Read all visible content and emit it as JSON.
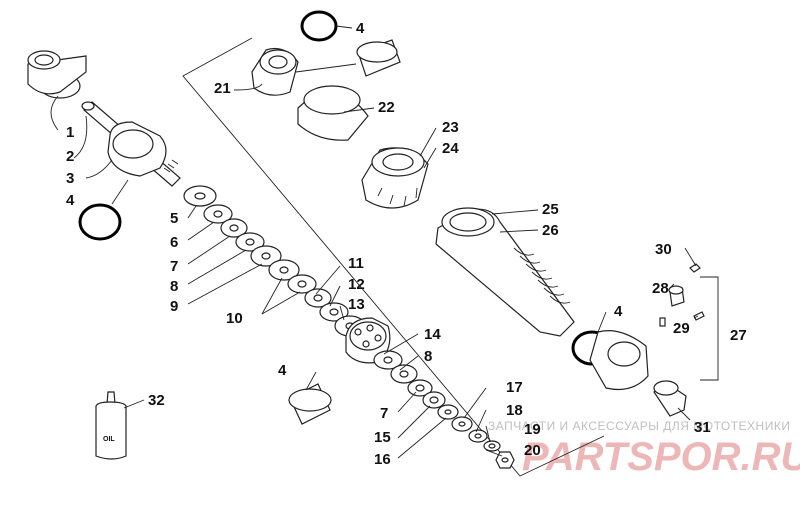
{
  "callouts": [
    {
      "id": "p1",
      "text": "1"
    },
    {
      "id": "p2",
      "text": "2"
    },
    {
      "id": "p3",
      "text": "3"
    },
    {
      "id": "p4a",
      "text": "4"
    },
    {
      "id": "p4b",
      "text": "4"
    },
    {
      "id": "p4c",
      "text": "4"
    },
    {
      "id": "p4d",
      "text": "4"
    },
    {
      "id": "p5",
      "text": "5"
    },
    {
      "id": "p6",
      "text": "6"
    },
    {
      "id": "p7a",
      "text": "7"
    },
    {
      "id": "p7b",
      "text": "7"
    },
    {
      "id": "p8a",
      "text": "8"
    },
    {
      "id": "p8b",
      "text": "8"
    },
    {
      "id": "p9",
      "text": "9"
    },
    {
      "id": "p10",
      "text": "10"
    },
    {
      "id": "p11",
      "text": "11"
    },
    {
      "id": "p12",
      "text": "12"
    },
    {
      "id": "p13",
      "text": "13"
    },
    {
      "id": "p14",
      "text": "14"
    },
    {
      "id": "p15",
      "text": "15"
    },
    {
      "id": "p16",
      "text": "16"
    },
    {
      "id": "p17",
      "text": "17"
    },
    {
      "id": "p18",
      "text": "18"
    },
    {
      "id": "p19",
      "text": "19"
    },
    {
      "id": "p20",
      "text": "20"
    },
    {
      "id": "p21",
      "text": "21"
    },
    {
      "id": "p22",
      "text": "22"
    },
    {
      "id": "p23",
      "text": "23"
    },
    {
      "id": "p24",
      "text": "24"
    },
    {
      "id": "p25",
      "text": "25"
    },
    {
      "id": "p26",
      "text": "26"
    },
    {
      "id": "p27",
      "text": "27"
    },
    {
      "id": "p28",
      "text": "28"
    },
    {
      "id": "p29",
      "text": "29"
    },
    {
      "id": "p30",
      "text": "30"
    },
    {
      "id": "p31",
      "text": "31"
    },
    {
      "id": "p32",
      "text": "32"
    }
  ],
  "bottle_label": "OIL",
  "watermark": {
    "tagline": "ЗАПЧАСТИ И АКСЕССУАРЫ ДЛЯ МОТОТЕХНИКИ",
    "brand": "PARTSPOR.RU"
  }
}
